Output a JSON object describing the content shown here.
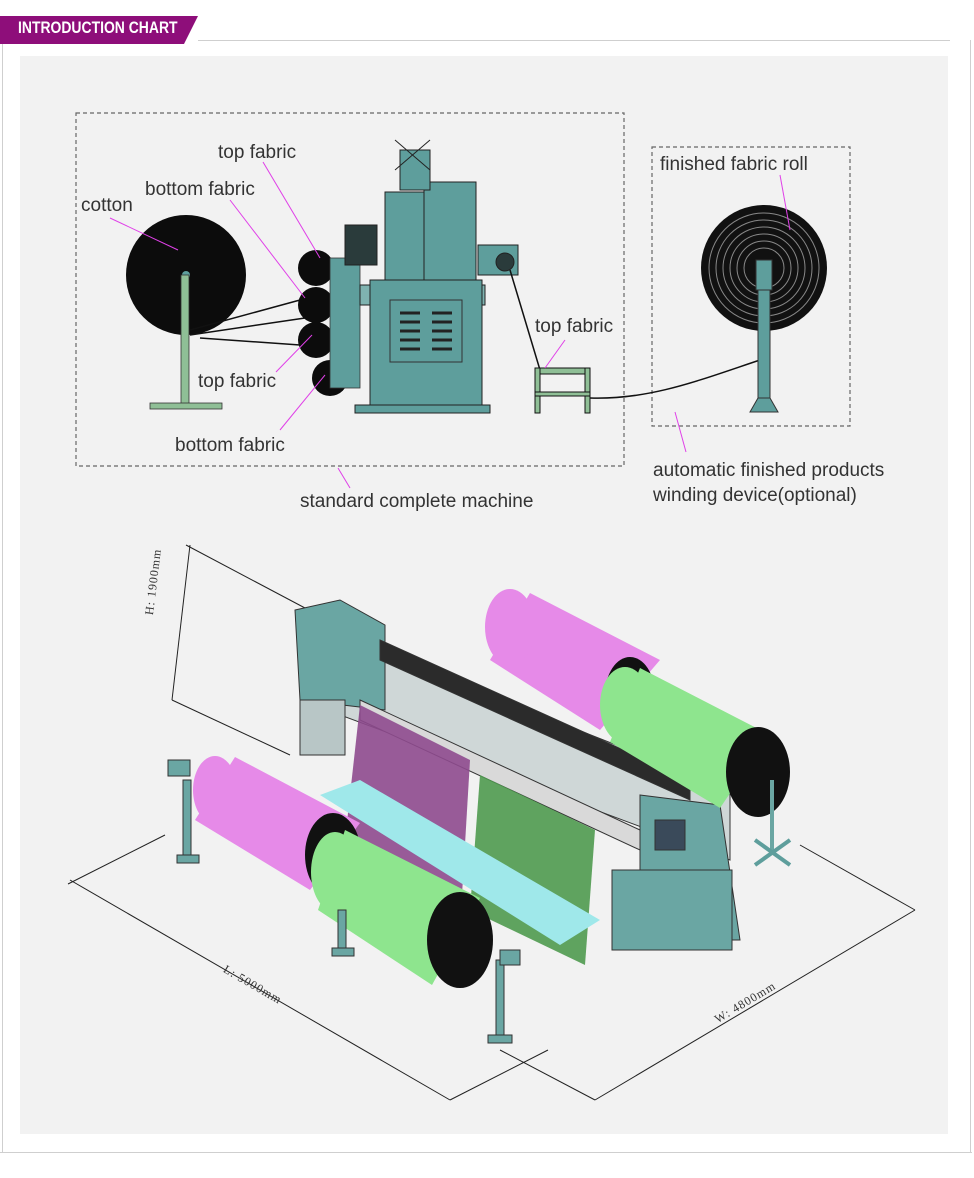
{
  "header": {
    "title": "INTRODUCTION CHART",
    "accent_color": "#8e0e7a"
  },
  "top_diagram": {
    "labels": {
      "top_fabric_1": "top fabric",
      "bottom_fabric_1": "bottom fabric",
      "cotton": "cotton",
      "top_fabric_2": "top fabric",
      "bottom_fabric_2": "bottom fabric",
      "top_fabric_3": "top fabric",
      "finished_fabric_roll": "finished fabric roll",
      "standard_machine": "standard complete machine",
      "winding_line1": "automatic finished products",
      "winding_line2": "winding device(optional)"
    },
    "machine_color": "#5e9e9c",
    "leader_color": "#e040e8"
  },
  "bottom_diagram": {
    "dimensions": {
      "height": "H: 1900mm",
      "length": "L: 5000mm",
      "width": "W: 4800mm"
    },
    "roll_colors": {
      "pink": "#e68ae8",
      "green": "#8ee58e",
      "cyan": "#9fe8ea"
    }
  }
}
